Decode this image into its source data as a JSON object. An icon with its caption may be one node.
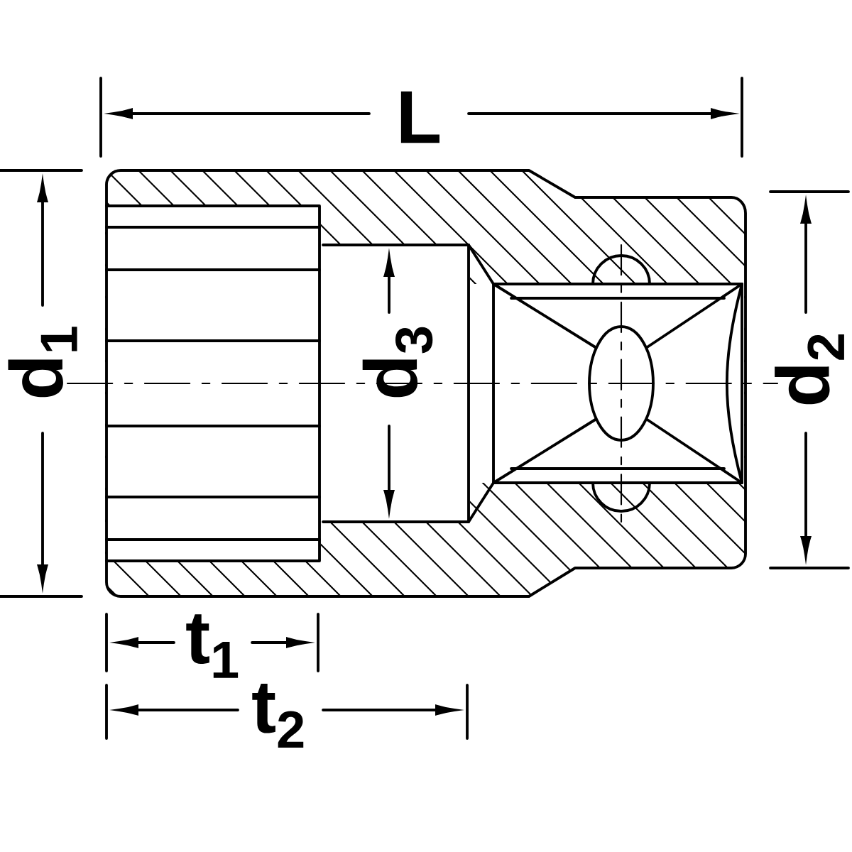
{
  "diagram": {
    "labels": [
      "L",
      "d$_{1}$",
      "d$_{3}$",
      "d$_{2}$",
      "t$_{1}$",
      "t$_{2}$"
    ]
  }
}
